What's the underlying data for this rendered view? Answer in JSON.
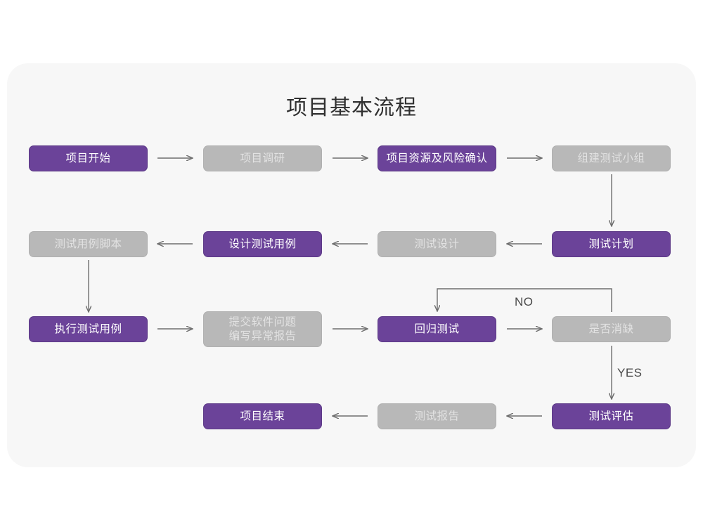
{
  "diagram": {
    "title": "项目基本流程",
    "background": "#ffffff",
    "card_background": "#f7f7f7",
    "colors": {
      "purple": "#6b4399",
      "gray": "#b8b8b8",
      "purple_text": "#ffffff",
      "gray_text": "#e2e2e2",
      "arrow": "#6e6e6e",
      "title_text": "#303030",
      "label_text": "#4a4a4a"
    },
    "nodes": [
      {
        "id": "n1",
        "label": "项目开始",
        "style": "purple",
        "row": 1,
        "col": 1
      },
      {
        "id": "n2",
        "label": "项目调研",
        "style": "gray",
        "row": 1,
        "col": 2
      },
      {
        "id": "n3",
        "label": "项目资源及风险确认",
        "style": "purple",
        "row": 1,
        "col": 3
      },
      {
        "id": "n4",
        "label": "组建测试小组",
        "style": "gray",
        "row": 1,
        "col": 4
      },
      {
        "id": "n5",
        "label": "测试用例脚本",
        "style": "gray",
        "row": 2,
        "col": 1
      },
      {
        "id": "n6",
        "label": "设计测试用例",
        "style": "purple",
        "row": 2,
        "col": 2
      },
      {
        "id": "n7",
        "label": "测试设计",
        "style": "gray",
        "row": 2,
        "col": 3
      },
      {
        "id": "n8",
        "label": "测试计划",
        "style": "purple",
        "row": 2,
        "col": 4
      },
      {
        "id": "n9",
        "label": "执行测试用例",
        "style": "purple",
        "row": 3,
        "col": 1
      },
      {
        "id": "n10",
        "label": "提交软件问题\n编写异常报告",
        "style": "gray",
        "row": 3,
        "col": 2
      },
      {
        "id": "n11",
        "label": "回归测试",
        "style": "purple",
        "row": 3,
        "col": 3
      },
      {
        "id": "n12",
        "label": "是否消缺",
        "style": "gray",
        "row": 3,
        "col": 4
      },
      {
        "id": "n13",
        "label": "项目结束",
        "style": "purple",
        "row": 4,
        "col": 2
      },
      {
        "id": "n14",
        "label": "测试报告",
        "style": "gray",
        "row": 4,
        "col": 3
      },
      {
        "id": "n15",
        "label": "测试评估",
        "style": "purple",
        "row": 4,
        "col": 4
      }
    ],
    "edge_labels": {
      "no": "NO",
      "yes": "YES"
    },
    "edges": [
      {
        "from": "n1",
        "to": "n2",
        "direction": "right"
      },
      {
        "from": "n2",
        "to": "n3",
        "direction": "right"
      },
      {
        "from": "n3",
        "to": "n4",
        "direction": "right"
      },
      {
        "from": "n4",
        "to": "n8",
        "direction": "down"
      },
      {
        "from": "n8",
        "to": "n7",
        "direction": "left"
      },
      {
        "from": "n7",
        "to": "n6",
        "direction": "left"
      },
      {
        "from": "n6",
        "to": "n5",
        "direction": "left"
      },
      {
        "from": "n5",
        "to": "n9",
        "direction": "down"
      },
      {
        "from": "n9",
        "to": "n10",
        "direction": "right"
      },
      {
        "from": "n10",
        "to": "n11",
        "direction": "right"
      },
      {
        "from": "n11",
        "to": "n12",
        "direction": "right"
      },
      {
        "from": "n12",
        "to": "n11",
        "direction": "loop-up-left",
        "label": "NO"
      },
      {
        "from": "n12",
        "to": "n15",
        "direction": "down",
        "label": "YES"
      },
      {
        "from": "n15",
        "to": "n14",
        "direction": "left"
      },
      {
        "from": "n14",
        "to": "n13",
        "direction": "left"
      }
    ]
  }
}
